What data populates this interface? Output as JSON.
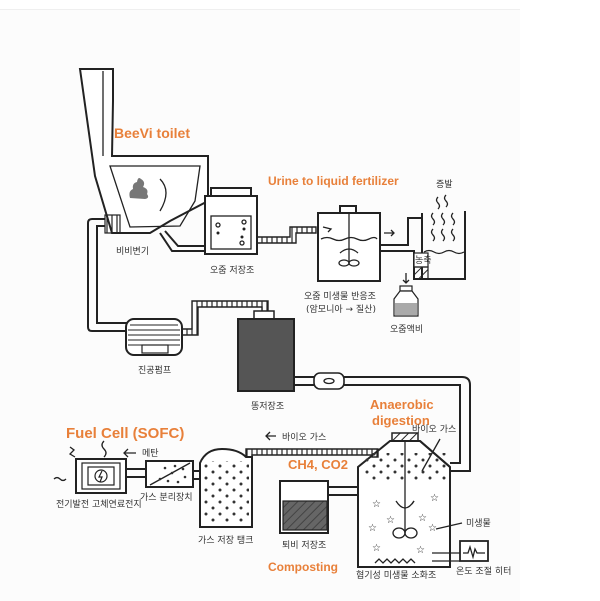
{
  "labels": {
    "toilet_title": "BeeVi toilet",
    "toilet": "비비변기",
    "urine_title": "Urine to liquid fertilizer",
    "urine_tank": "오줌 저장조",
    "urine_reactor_1": "오줌 미생물 반응조",
    "urine_reactor_2": "(암모니아 → 질산)",
    "evaporation": "증발",
    "concentrate": "농축",
    "urine_fertilizer": "오줌액비",
    "vacuum_pump": "진공펌프",
    "feces_tank": "똥저장조",
    "anaerobic_title_1": "Anaerobic",
    "anaerobic_title_2": "digestion",
    "biogas_top": "바이오 가스",
    "biogas_arrow": "바이오 가스",
    "ch4_co2": "CH4, CO2",
    "fuel_cell_title": "Fuel Cell (SOFC)",
    "methane": "메탄",
    "fuel_cell": "전기발전 고체연료전지",
    "gas_separator": "가스 분리장치",
    "gas_tank": "가스 저장 탱크",
    "compost_tank": "퇴비 저장조",
    "composting": "Composting",
    "digester": "혐기성 미생물 소화조",
    "microbes": "미생물",
    "heater": "온도 조절 히터"
  },
  "colors": {
    "accent": "#e8803a",
    "line": "#222222",
    "dark_fill": "#555555",
    "background": "#fcfcfc"
  },
  "icons": {
    "poop": "poop-icon",
    "lightning": "lightning-icon",
    "arrow": "arrow-icon",
    "bottle": "bottle-icon"
  }
}
